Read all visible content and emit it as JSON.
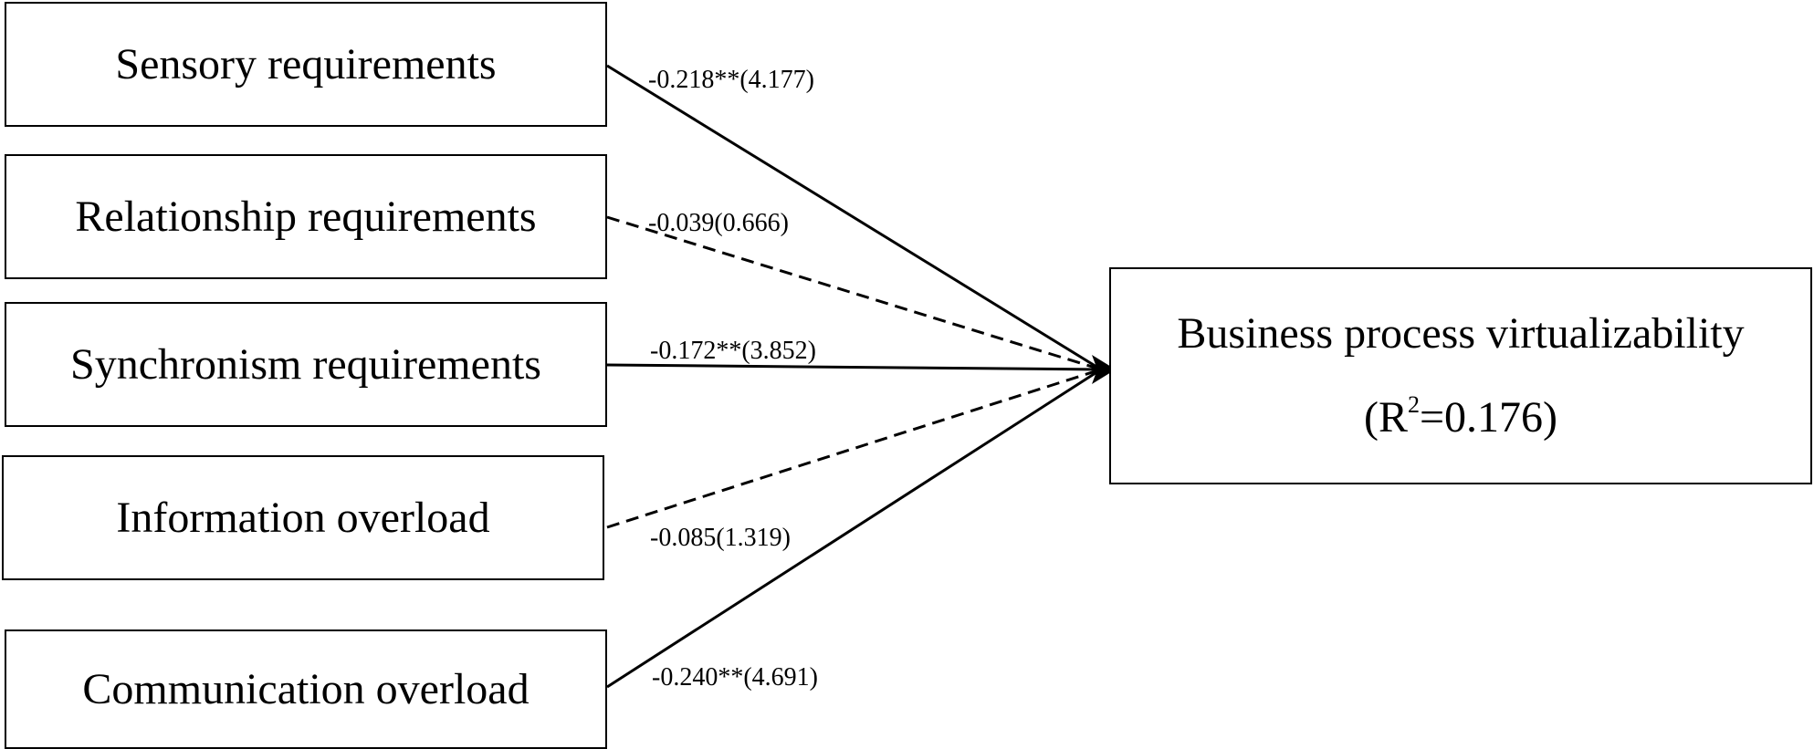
{
  "predictors": [
    {
      "id": "sensory",
      "label": "Sensory requirements",
      "coefficient": "-0.218**(4.177)",
      "significant": true
    },
    {
      "id": "relationship",
      "label": "Relationship requirements",
      "coefficient": "-0.039(0.666)",
      "significant": false
    },
    {
      "id": "synchronism",
      "label": "Synchronism requirements",
      "coefficient": "-0.172**(3.852)",
      "significant": true
    },
    {
      "id": "information",
      "label": "Information overload",
      "coefficient": "-0.085(1.319)",
      "significant": false
    },
    {
      "id": "communication",
      "label": "Communication overload",
      "coefficient": "-0.240**(4.691)",
      "significant": true
    }
  ],
  "outcome": {
    "label": "Business process virtualizability",
    "r2_prefix": "(R",
    "r2_sup": "2",
    "r2_suffix": "=0.176)"
  }
}
